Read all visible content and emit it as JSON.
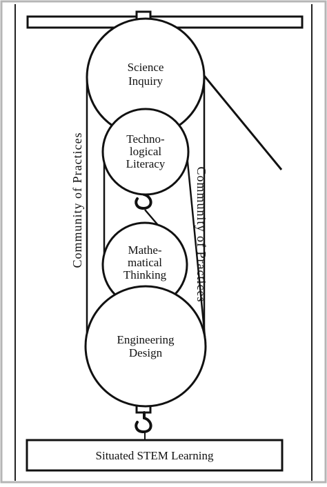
{
  "diagram": {
    "nodes": {
      "science": [
        "Science",
        "Inquiry"
      ],
      "technology": [
        "Techno-",
        "logical",
        "Literacy"
      ],
      "math": [
        "Mathe-",
        "matical",
        "Thinking"
      ],
      "engineering": [
        "Engineering",
        "Design"
      ]
    },
    "community_label_left": "Community of Practices",
    "community_label_right": "Community of Practices",
    "base_label": "Situated STEM Learning"
  },
  "colors": {
    "line": "#111111",
    "fill": "#ffffff",
    "frame": "#b5b5b5"
  }
}
